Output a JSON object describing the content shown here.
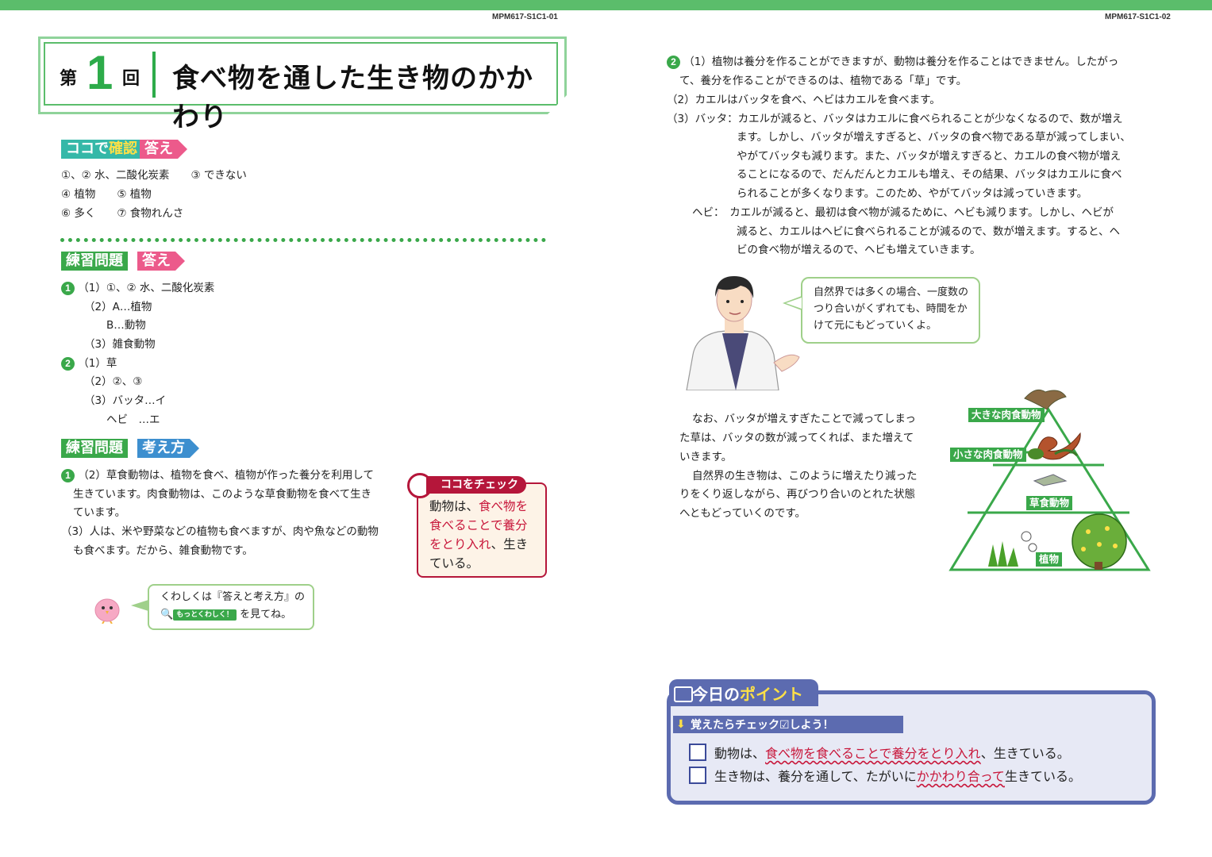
{
  "header": {
    "page_code_left": "MPM617-S1C1-01",
    "page_code_right": "MPM617-S1C1-02"
  },
  "title": {
    "dai": "第",
    "number": "1",
    "kai": "回",
    "text": "食べ物を通した生き物のかかわり"
  },
  "kokode": {
    "label_a": "ココで",
    "label_b": "確認",
    "answer_label": "答え",
    "lines": [
      "①、② 水、二酸化炭素　　③ できない",
      "④ 植物　　⑤ 植物",
      "⑥ 多く　　⑦ 食物れんさ"
    ]
  },
  "renshu_answers": {
    "label": "練習問題",
    "answer_label": "答え",
    "q1_num": "1",
    "q1_lines": [
      "（1）①、② 水、二酸化炭素",
      "（2）A…植物",
      "B…動物",
      "（3）雑食動物"
    ],
    "q2_num": "2",
    "q2_lines": [
      "（1）草",
      "（2）②、③",
      "（3）バッタ…イ",
      "ヘビ　…エ"
    ]
  },
  "renshu_kangae": {
    "label": "練習問題",
    "kangae_label": "考え方",
    "q1_num": "1",
    "lines": [
      "（2）草食動物は、植物を食べ、植物が作った養分を利用して",
      "生きています。肉食動物は、このような草食動物を食べて生き",
      "ています。",
      "（3）人は、米や野菜などの植物も食べますが、肉や魚などの動物",
      "も食べます。だから、雑食動物です。"
    ]
  },
  "check_box": {
    "heading": "ココをチェック",
    "line1_a": "動物は、",
    "line1_b": "食べ物を",
    "line2": "食べることで養分",
    "line3_a": "をとり入れ",
    "line3_b": "、生き",
    "line4": "ている。"
  },
  "bird_bubble": {
    "line1": "くわしくは『答えと考え方』の",
    "badge": "もっとくわしく！",
    "line2": "を見てね。"
  },
  "right": {
    "q2_num": "2",
    "lines": [
      "（1）植物は養分を作ることができますが、動物は養分を作ることはできません。したがっ",
      "て、養分を作ることができるのは、植物である「草」です。",
      "（2）カエルはバッタを食べ、ヘビはカエルを食べます。",
      "（3）バッタ：カエルが減ると、バッタはカエルに食べられることが少なくなるので、数が増え",
      "ます。しかし、バッタが増えすぎると、バッタの食べ物である草が減ってしまい、",
      "やがてバッタも減ります。また、バッタが増えすぎると、カエルの食べ物が増え",
      "ることになるので、だんだんとカエルも増え、その結果、バッタはカエルに食べ",
      "られることが多くなります。このため、やがてバッタは減っていきます。",
      "ヘビ：　カエルが減ると、最初は食べ物が減るために、ヘビも減ります。しかし、ヘビが",
      "減ると、カエルはヘビに食べられることが減るので、数が増えます。すると、ヘ",
      "ビの食べ物が増えるので、ヘビも増えていきます。"
    ],
    "teacher_bubble": [
      "自然界では多くの場合、一度数の",
      "つり合いがくずれても、時間をか",
      "けて元にもどっていくよ。"
    ],
    "nao_lines": [
      "なお、バッタが増えすぎたことで減ってしまっ",
      "た草は、バッタの数が減ってくれば、また増えて",
      "いきます。",
      "自然界の生き物は、このように増えたり減った",
      "りをくり返しながら、再びつり合いのとれた状態",
      "へともどっていくのです。"
    ],
    "pyramid_labels": [
      "大きな肉食動物",
      "小さな肉食動物",
      "草食動物",
      "植物"
    ]
  },
  "point": {
    "title_a": "今日の",
    "title_b": "ポイント",
    "sub": "覚えたらチェック☑しよう！",
    "item1_a": "動物は、",
    "item1_b": "食べ物を食べることで養分をとり入れ",
    "item1_c": "、生きている。",
    "item2_a": "生き物は、養分を通して、たがいに",
    "item2_b": "かかわり合って",
    "item2_c": "生きている。"
  },
  "colors": {
    "accent_green": "#3aa84a",
    "check_red": "#b5163a",
    "point_blue": "#5c6bb0"
  }
}
